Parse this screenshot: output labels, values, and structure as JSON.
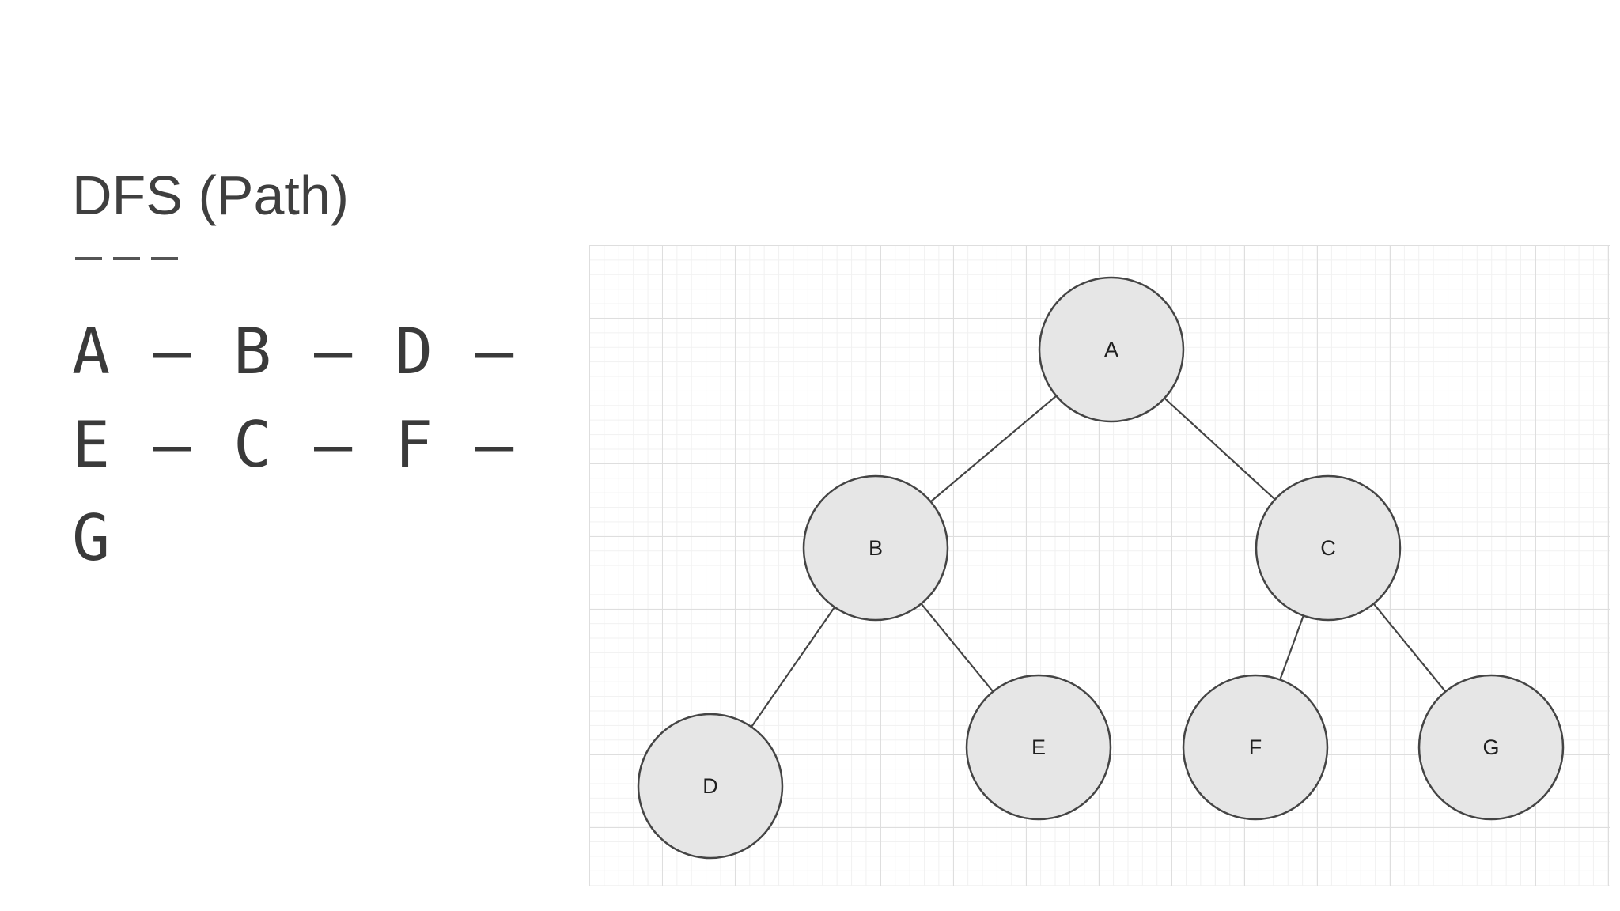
{
  "slide": {
    "title": "DFS (Path)"
  },
  "path": {
    "rows": [
      [
        "A",
        "–",
        "B",
        "–",
        "D",
        "–"
      ],
      [
        "E",
        "–",
        "C",
        "–",
        "F",
        "–"
      ],
      [
        "G"
      ]
    ]
  },
  "tree": {
    "nodes": {
      "A": "A",
      "B": "B",
      "C": "C",
      "D": "D",
      "E": "E",
      "F": "F",
      "G": "G"
    },
    "edges": [
      [
        "A",
        "B"
      ],
      [
        "A",
        "C"
      ],
      [
        "B",
        "D"
      ],
      [
        "B",
        "E"
      ],
      [
        "C",
        "F"
      ],
      [
        "C",
        "G"
      ]
    ],
    "colors": {
      "node_fill": "#e6e6e6",
      "node_stroke": "#444444",
      "edge": "#444444"
    }
  }
}
